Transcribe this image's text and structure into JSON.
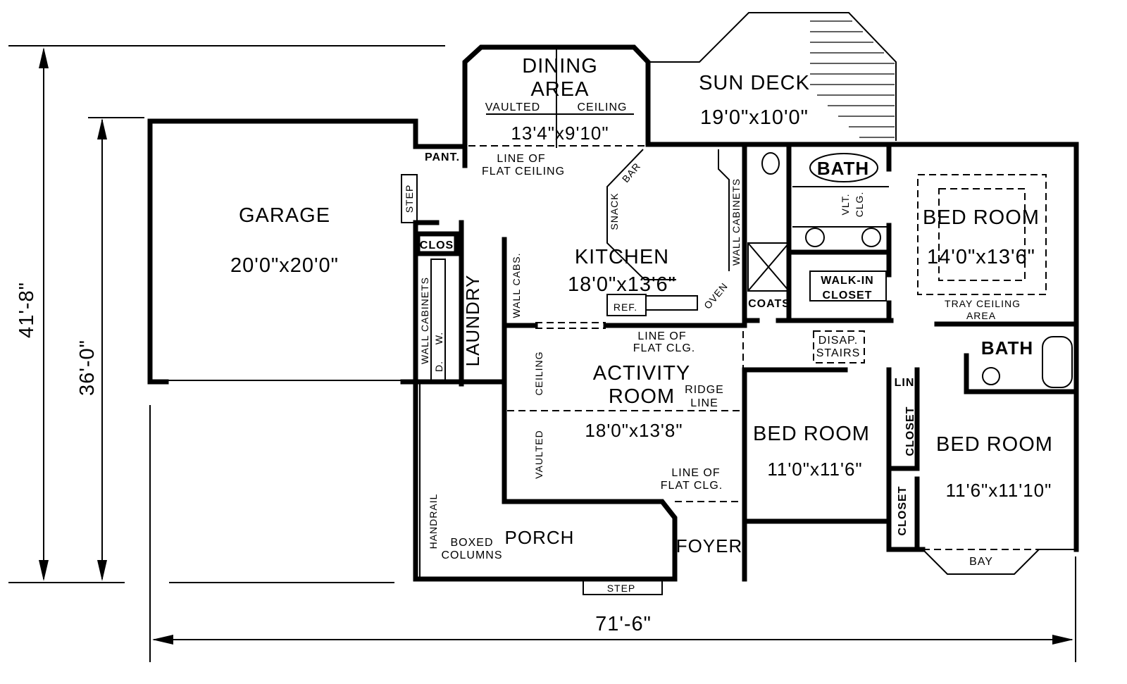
{
  "dimensions": {
    "overall_depth": "41'-8\"",
    "main_depth": "36'-0\"",
    "overall_width": "71'-6\""
  },
  "rooms": {
    "garage": {
      "name": "GARAGE",
      "size": "20'0\"x20'0\""
    },
    "dining": {
      "name_line1": "DINING",
      "name_line2": "AREA",
      "size": "13'4\"x9'10\"",
      "vaulted": "VAULTED",
      "ceiling": "CEILING"
    },
    "sun_deck": {
      "name": "SUN DECK",
      "size": "19'0\"x10'0\""
    },
    "kitchen": {
      "name": "KITCHEN",
      "size": "18'0\"x13'6\""
    },
    "activity": {
      "name_line1": "ACTIVITY",
      "name_line2": "ROOM",
      "size": "18'0\"x13'8\""
    },
    "master_bed": {
      "name": "BED ROOM",
      "size": "14'0\"x13'6\""
    },
    "bed2": {
      "name": "BED ROOM",
      "size": "11'0\"x11'6\""
    },
    "bed3": {
      "name": "BED ROOM",
      "size": "11'6\"x11'10\""
    },
    "laundry": {
      "name": "LAUNDRY"
    },
    "porch": {
      "name": "PORCH"
    },
    "foyer": {
      "name": "FOYER"
    },
    "master_bath": {
      "name": "BATH"
    },
    "bath2": {
      "name": "BATH"
    }
  },
  "labels": {
    "pantry": "PANT.",
    "step_side": "STEP",
    "closet_small": "CLOS",
    "wall_cabinets": "WALL CABINETS",
    "d": "D.",
    "w": "W.",
    "wall_cabs": "WALL CABS.",
    "line_of": "LINE OF",
    "flat_ceiling": "FLAT CEILING",
    "flat_clg": "FLAT CLG.",
    "snack": "SNACK",
    "bar": "BAR",
    "ref": "REF.",
    "oven": "OVEN",
    "coats": "COATS",
    "walk_in_1": "WALK-IN",
    "walk_in_2": "CLOSET",
    "vlt": "VLT.",
    "clg": "CLG.",
    "tray_ceiling": "TRAY CEILING",
    "area": "AREA",
    "disap": "DISAP.",
    "stairs": "STAIRS",
    "ceiling": "CEILING",
    "vaulted": "VAULTED",
    "ridge": "RIDGE",
    "line": "LINE",
    "lin": "LIN",
    "closet": "CLOSET",
    "handrail": "HANDRAIL",
    "boxed": "BOXED",
    "columns": "COLUMNS",
    "step": "STEP",
    "bay": "BAY"
  }
}
